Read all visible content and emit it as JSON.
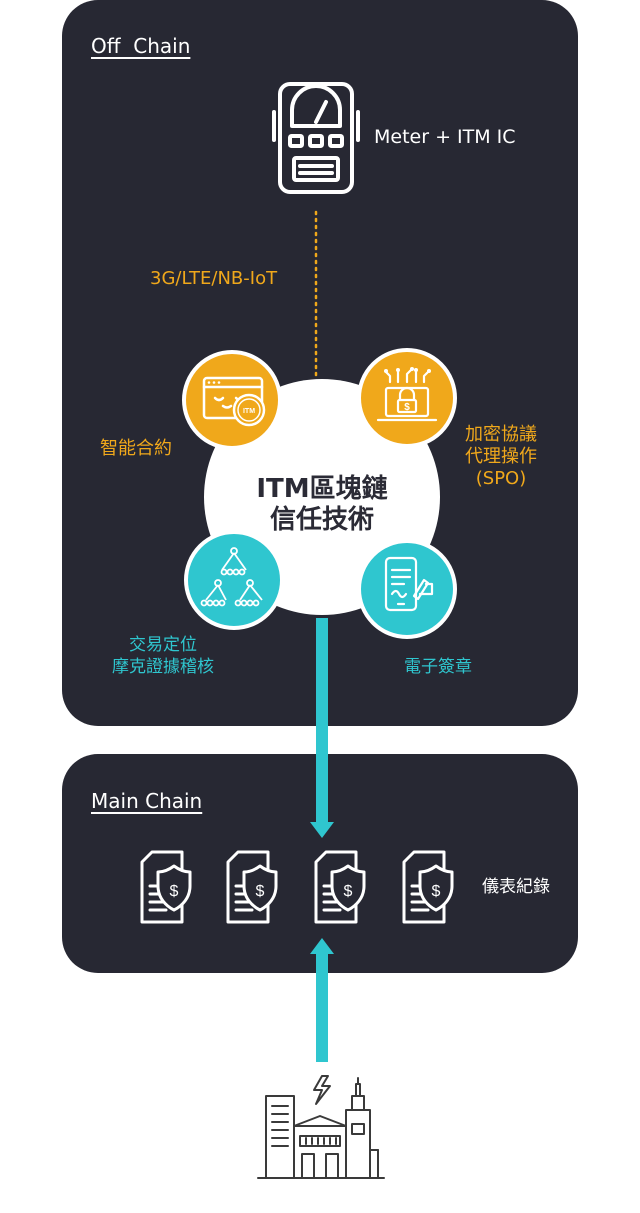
{
  "offchain": {
    "title": "Off  Chain"
  },
  "mainchain": {
    "title": "Main Chain"
  },
  "meter": {
    "label": "Meter + ITM IC",
    "icon": "meter-chip-icon"
  },
  "connection": {
    "label": "3G/LTE/NB-IoT"
  },
  "core": {
    "line1": "ITM區塊鏈",
    "line2": "信任技術"
  },
  "features": {
    "smart_contract": {
      "label": "智能合約",
      "icon": "smart-contract-window-icon",
      "badge": "ITM"
    },
    "spo": {
      "line1": "加密協議",
      "line2": "代理操作",
      "line3": "(SPO)",
      "icon": "encryption-chip-icon"
    },
    "merkle": {
      "line1": "交易定位",
      "line2": "摩克證據稽核",
      "icon": "merkle-tree-icon"
    },
    "esign": {
      "label": "電子簽章",
      "icon": "mobile-signature-icon"
    }
  },
  "records": {
    "label": "儀表紀錄",
    "icon": "secure-document-icon"
  },
  "source": {
    "icon": "city-power-icon"
  },
  "colors": {
    "panel": "#272833",
    "orange": "#f0a81b",
    "cyan": "#2fc6cf",
    "white": "#ffffff"
  }
}
